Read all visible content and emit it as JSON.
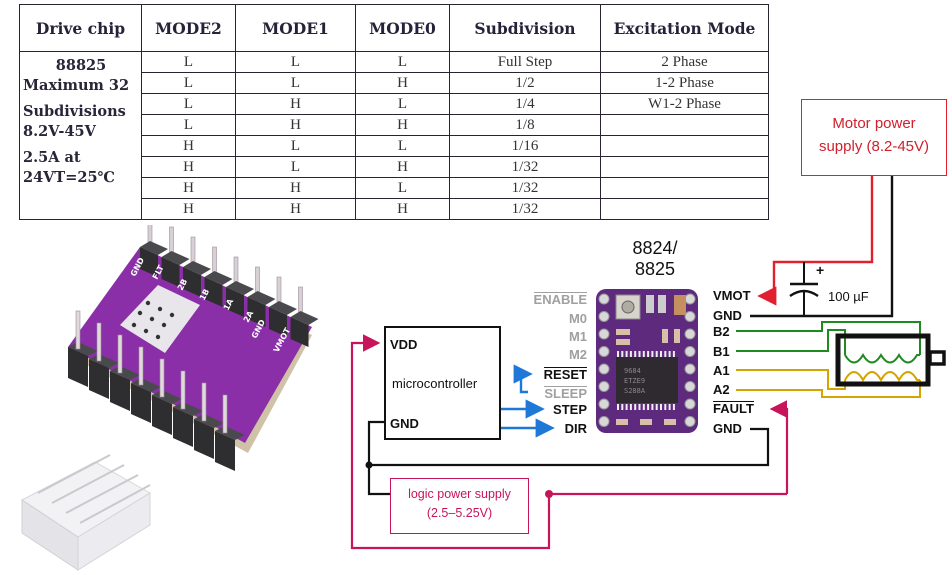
{
  "table": {
    "headers": [
      "Drive chip",
      "MODE2",
      "MODE1",
      "MODE0",
      "Subdivision",
      "Excitation Mode"
    ],
    "chip_description": [
      "88825",
      "Maximum 32",
      "Subdivisions",
      "8.2V-45V",
      "2.5A at",
      "24VT=25℃"
    ],
    "rows": [
      {
        "mode2": "L",
        "mode1": "L",
        "mode0": "L",
        "subdivision": "Full Step",
        "excitation": "2 Phase"
      },
      {
        "mode2": "L",
        "mode1": "L",
        "mode0": "H",
        "subdivision": "1/2",
        "excitation": "1-2 Phase"
      },
      {
        "mode2": "L",
        "mode1": "H",
        "mode0": "L",
        "subdivision": "1/4",
        "excitation": "W1-2 Phase"
      },
      {
        "mode2": "L",
        "mode1": "H",
        "mode0": "H",
        "subdivision": "1/8",
        "excitation": ""
      },
      {
        "mode2": "H",
        "mode1": "L",
        "mode0": "L",
        "subdivision": "1/16",
        "excitation": ""
      },
      {
        "mode2": "H",
        "mode1": "L",
        "mode0": "H",
        "subdivision": "1/32",
        "excitation": ""
      },
      {
        "mode2": "H",
        "mode1": "H",
        "mode0": "L",
        "subdivision": "1/32",
        "excitation": ""
      },
      {
        "mode2": "H",
        "mode1": "H",
        "mode0": "H",
        "subdivision": "1/32",
        "excitation": ""
      }
    ]
  },
  "photo": {
    "board_silkscreen": [
      "GND",
      "FLT",
      "2B",
      "1B",
      "1A",
      "2A",
      "GND",
      "VMOT"
    ]
  },
  "diagram": {
    "driver_title_line1": "8824/",
    "driver_title_line2": "8825",
    "left_pins": [
      {
        "label": "ENABLE",
        "overline": true,
        "muted": true
      },
      {
        "label": "M0",
        "overline": false,
        "muted": true
      },
      {
        "label": "M1",
        "overline": false,
        "muted": true
      },
      {
        "label": "M2",
        "overline": false,
        "muted": true
      },
      {
        "label": "RESET",
        "overline": true,
        "muted": false
      },
      {
        "label": "SLEEP",
        "overline": true,
        "muted": true
      },
      {
        "label": "STEP",
        "overline": false,
        "muted": false
      },
      {
        "label": "DIR",
        "overline": false,
        "muted": false
      }
    ],
    "right_pins": [
      {
        "label": "VMOT",
        "overline": false
      },
      {
        "label": "GND",
        "overline": false
      },
      {
        "label": "B2",
        "overline": false
      },
      {
        "label": "B1",
        "overline": false
      },
      {
        "label": "A1",
        "overline": false
      },
      {
        "label": "A2",
        "overline": false
      },
      {
        "label": "FAULT",
        "overline": true
      },
      {
        "label": "GND",
        "overline": false
      }
    ],
    "microcontroller": {
      "title": "microcontroller",
      "vdd": "VDD",
      "gnd": "GND"
    },
    "motor_supply": {
      "line1": "Motor power",
      "line2": "supply (8.2-45V)"
    },
    "logic_supply": {
      "line1": "logic power supply",
      "line2": "(2.5–5.25V)"
    },
    "capacitor": {
      "value": "100 µF",
      "polarity": "+"
    },
    "colors": {
      "motor_power": "#e0202e",
      "logic_power": "#c8145a",
      "signal": "#1e78d8",
      "coil_b": "#1f8a1f",
      "coil_a": "#d6a400",
      "ground": "#111111",
      "board": "#6a2a8a",
      "pin_muted": "#a0a0a0"
    }
  }
}
